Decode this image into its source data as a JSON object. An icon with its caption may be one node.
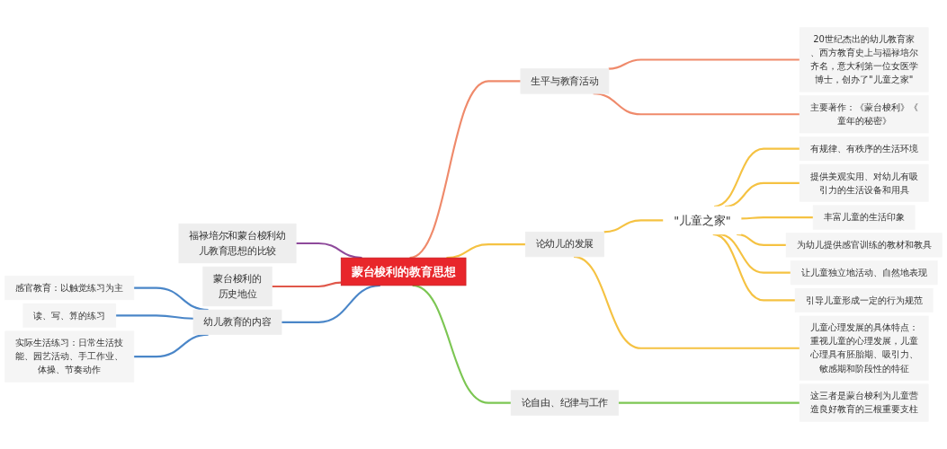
{
  "diagram": {
    "nodes": [
      {
        "text": [
          "蒙台梭利的教育思想"
        ]
      },
      {
        "text": [
          "生平与教育活动"
        ]
      },
      {
        "text": [
          "20世纪杰出的幼儿教育家、西方教育史上与福禄培尔齐名，意大利第一位女医学博士，创办了\"儿童之家\""
        ]
      },
      {
        "text": [
          "主要著作：《蒙台梭利》《童年的秘密》"
        ]
      },
      {
        "text": [
          "论幼儿的发展"
        ]
      },
      {
        "text": [
          "\"儿童之家\""
        ]
      },
      {
        "text": [
          "有规律、有秩序的生活环境"
        ]
      },
      {
        "text": [
          "提供美观实用、对幼儿有吸引力的生活设备和用具"
        ]
      },
      {
        "text": [
          "丰富儿童的生活印象"
        ]
      },
      {
        "text": [
          "为幼儿提供感官训练的教材和教具"
        ]
      },
      {
        "text": [
          "让儿童独立地活动、自然地表现"
        ]
      },
      {
        "text": [
          "引导儿童形成一定的行为规范"
        ]
      },
      {
        "text": [
          "儿童心理发展的具体特点：重视儿童的心理发展，儿童心理具有胚胎期、吸引力、敏感期和阶段性的特征"
        ]
      },
      {
        "text": [
          "论自由、纪律与工作"
        ]
      },
      {
        "text": [
          "这三者是蒙台梭利为儿童营造良好教育的三根重要支柱"
        ]
      },
      {
        "text": [
          "福禄培尔和蒙台梭利幼儿教育思想的比较"
        ]
      },
      {
        "text": [
          "蒙台梭利的历史地位"
        ]
      },
      {
        "text": [
          "幼儿教育的内容"
        ]
      },
      {
        "text": [
          "感官教育：以触觉练习为主"
        ]
      },
      {
        "text": [
          "读、写、算的练习"
        ]
      },
      {
        "text": [
          "实际生活练习：日常生活技能、园艺活动、手工作业、体操、节奏动作"
        ]
      }
    ],
    "edges": [
      {
        "from": 0,
        "to": 1,
        "arrow": "none",
        "color": "#ef8a6b"
      },
      {
        "from": 1,
        "to": 2,
        "arrow": "none",
        "color": "#ef8a6b"
      },
      {
        "from": 1,
        "to": 3,
        "arrow": "none",
        "color": "#ef8a6b"
      },
      {
        "from": 0,
        "to": 4,
        "arrow": "none"
      },
      {
        "from": 4,
        "to": 5,
        "arrow": "none"
      },
      {
        "from": 5,
        "to": 6,
        "arrow": "none"
      },
      {
        "from": 5,
        "to": 7,
        "arrow": "none"
      },
      {
        "from": 5,
        "to": 8,
        "arrow": "none"
      },
      {
        "from": 5,
        "to": 9,
        "arrow": "none"
      },
      {
        "from": 5,
        "to": 10,
        "arrow": "none"
      },
      {
        "from": 5,
        "to": 11,
        "arrow": "none"
      },
      {
        "from": 4,
        "to": 12,
        "arrow": "none"
      },
      {
        "from": 0,
        "to": 13,
        "arrow": "none",
        "color": "#7cc653"
      },
      {
        "from": 13,
        "to": 14,
        "arrow": "none",
        "color": "#7cc653"
      },
      {
        "from": 0,
        "to": 15,
        "arrow": "none",
        "color": "#8e4a9b"
      },
      {
        "from": 0,
        "to": 16,
        "arrow": "none",
        "color": "#e0574a"
      },
      {
        "from": 0,
        "to": 17,
        "arrow": "none",
        "color": "#4a86c8"
      },
      {
        "from": 17,
        "to": 18,
        "arrow": "none",
        "color": "#4a86c8"
      },
      {
        "from": 17,
        "to": 19,
        "arrow": "none",
        "color": "#4a86c8"
      },
      {
        "from": 17,
        "to": 20,
        "arrow": "none",
        "color": "#4a86c8"
      }
    ]
  }
}
